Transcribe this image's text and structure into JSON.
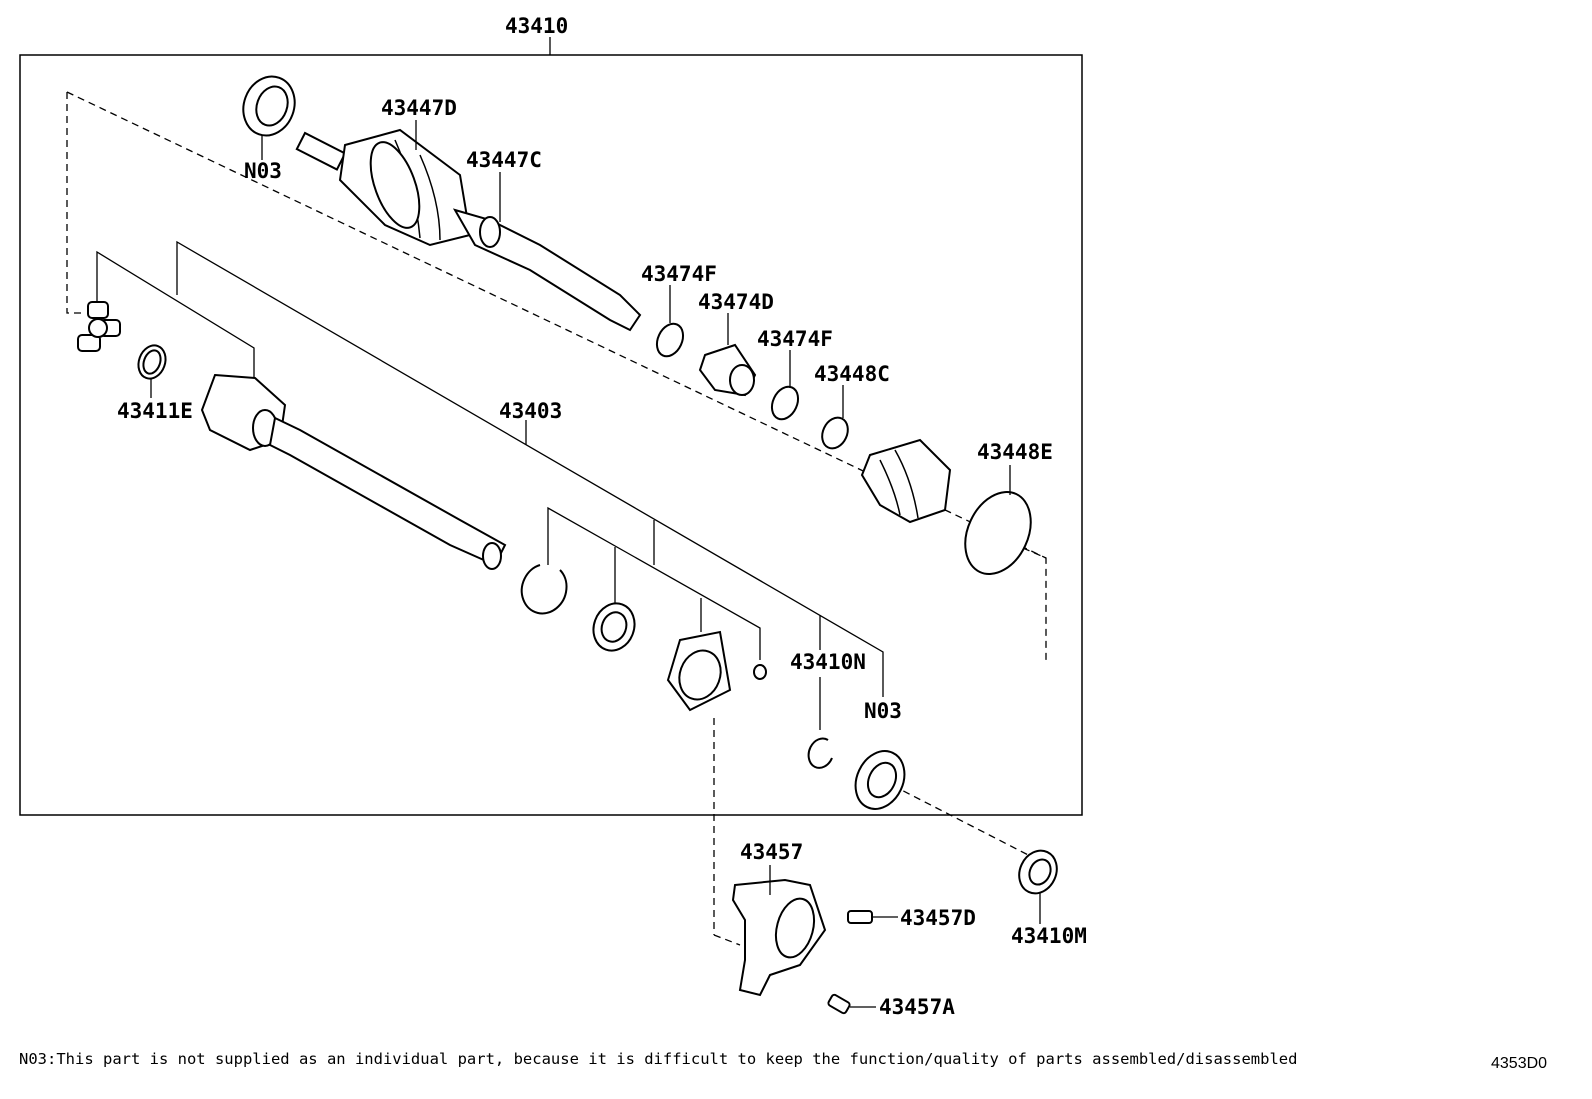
{
  "labels": {
    "assembly": "43410",
    "n03_top": "N03",
    "boot_outer": "43447D",
    "clamp_outer": "43447C",
    "ring": "43411E",
    "inner_shaft": "43403",
    "clamp_f1": "43474F",
    "damper": "43474D",
    "clamp_f2": "43474F",
    "clamp_inner": "43448C",
    "boot_inner_band": "43448E",
    "snap_ring": "43410N",
    "n03_bottom": "N03",
    "bracket": "43457",
    "bolt_d": "43457D",
    "bolt_a": "43457A",
    "seal": "43410M"
  },
  "footnote": "N03:This part is not supplied as an individual part, because it is difficult to keep the function/quality of parts assembled/disassembled",
  "diagram_code": "4353D0"
}
